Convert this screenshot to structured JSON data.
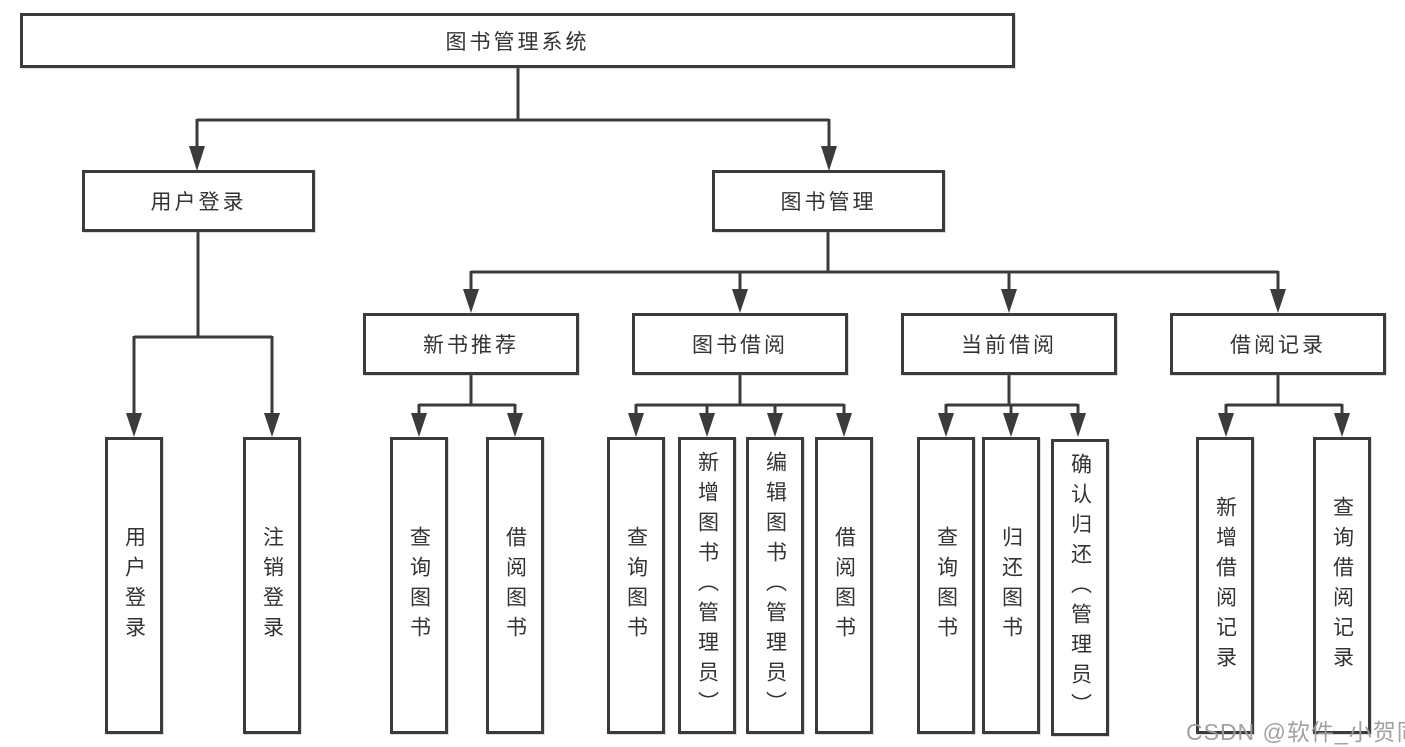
{
  "hierarchy": {
    "label": "图书管理系统",
    "children": [
      {
        "label": "用户登录",
        "children": [
          {
            "label": "用户登录"
          },
          {
            "label": "注销登录"
          }
        ]
      },
      {
        "label": "图书管理",
        "children": [
          {
            "label": "新书推荐",
            "children": [
              {
                "label": "查询图书"
              },
              {
                "label": "借阅图书"
              }
            ]
          },
          {
            "label": "图书借阅",
            "children": [
              {
                "label": "查询图书"
              },
              {
                "label": "新增图书（管理员）"
              },
              {
                "label": "编辑图书（管理员）"
              },
              {
                "label": "借阅图书"
              }
            ]
          },
          {
            "label": "当前借阅",
            "children": [
              {
                "label": "查询图书"
              },
              {
                "label": "归还图书"
              },
              {
                "label": "确认归还（管理员）"
              }
            ]
          },
          {
            "label": "借阅记录",
            "children": [
              {
                "label": "新增借阅记录"
              },
              {
                "label": "查询借阅记录"
              }
            ]
          }
        ]
      }
    ]
  },
  "watermark": {
    "text": "CSDN @软件_小贺同学"
  },
  "colors": {
    "line": "#3b3b3b",
    "text": "#333333",
    "watermark": "#9c9c9c",
    "background": "#ffffff"
  }
}
